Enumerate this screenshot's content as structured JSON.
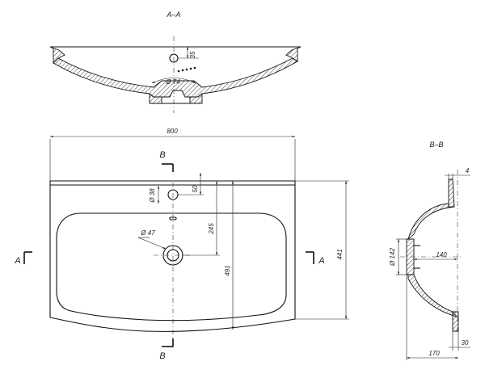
{
  "views": {
    "section_aa": {
      "title": "A–A",
      "dims": {
        "hole_offset": "35",
        "drain_diameter": "Ø 74"
      }
    },
    "plan": {
      "dims": {
        "overall_width": "800",
        "overall_depth": "441",
        "faucet_hole_diameter": "Ø 38",
        "faucet_hole_offset": "50",
        "drain_to_hole": "245",
        "bowl_depth": "491",
        "drain_diameter": "Ø 47"
      },
      "section_marks": {
        "a_left": "A",
        "a_right": "A",
        "b_top": "B",
        "b_bottom": "B"
      }
    },
    "section_bb": {
      "title": "B–B",
      "dims": {
        "rim_thickness": "4",
        "drain_diameter": "Ø 142",
        "drain_offset": "140",
        "base_depth": "170",
        "lip": "30"
      }
    }
  }
}
